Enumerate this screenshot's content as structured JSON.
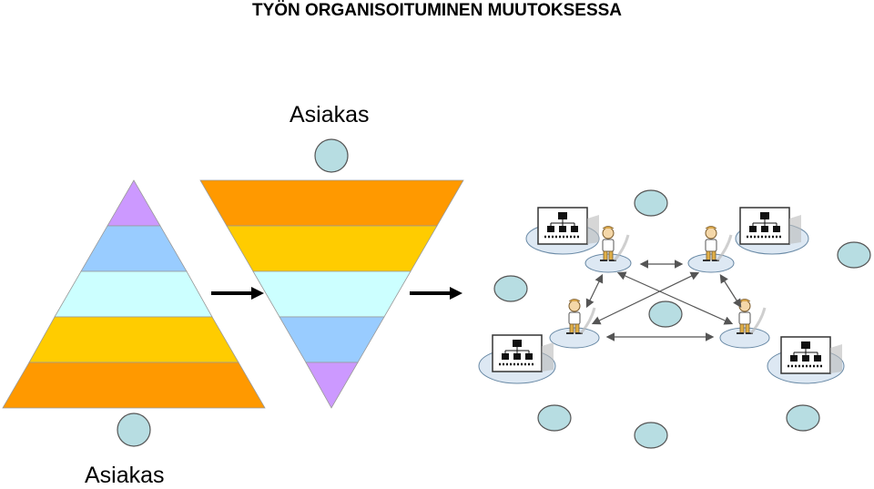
{
  "title": "TYÖN ORGANISOITUMINEN MUUTOKSESSA",
  "labels": {
    "top": "Asiakas",
    "bottom": "Asiakas"
  },
  "colors": {
    "purple": "#cc99ff",
    "blue": "#99ccff",
    "cyan": "#ccffff",
    "yellow": "#ffcc00",
    "orange": "#ff9900",
    "circle_fill": "#b7dde2",
    "ellipse_fill": "#dde8f3"
  },
  "icons": [
    "person-icon",
    "org-chart-icon",
    "arrow-right-icon",
    "double-arrow-icon"
  ]
}
